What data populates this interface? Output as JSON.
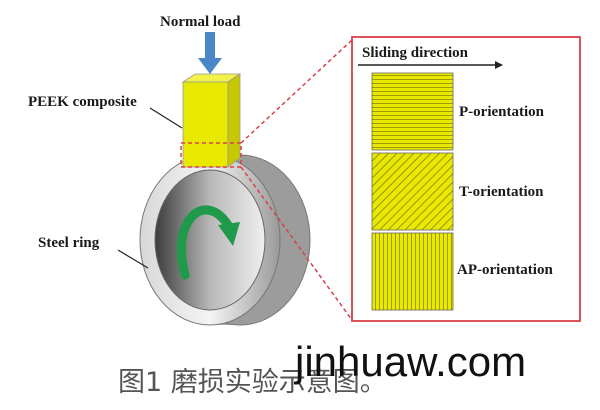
{
  "labels": {
    "normal_load": "Normal load",
    "peek_composite": "PEEK composite",
    "steel_ring": "Steel ring",
    "sliding_direction": "Sliding direction",
    "p_orientation": "P-orientation",
    "t_orientation": "T-orientation",
    "ap_orientation": "AP-orientation"
  },
  "caption": "图1 磨损实验示意图。",
  "watermark": "jinhuaw.com",
  "colors": {
    "sample_yellow": "#e8e800",
    "zoom_box_red": "#d9404a",
    "load_arrow_blue": "#4a86c8",
    "rotation_arrow_green": "#1e9a4a"
  }
}
